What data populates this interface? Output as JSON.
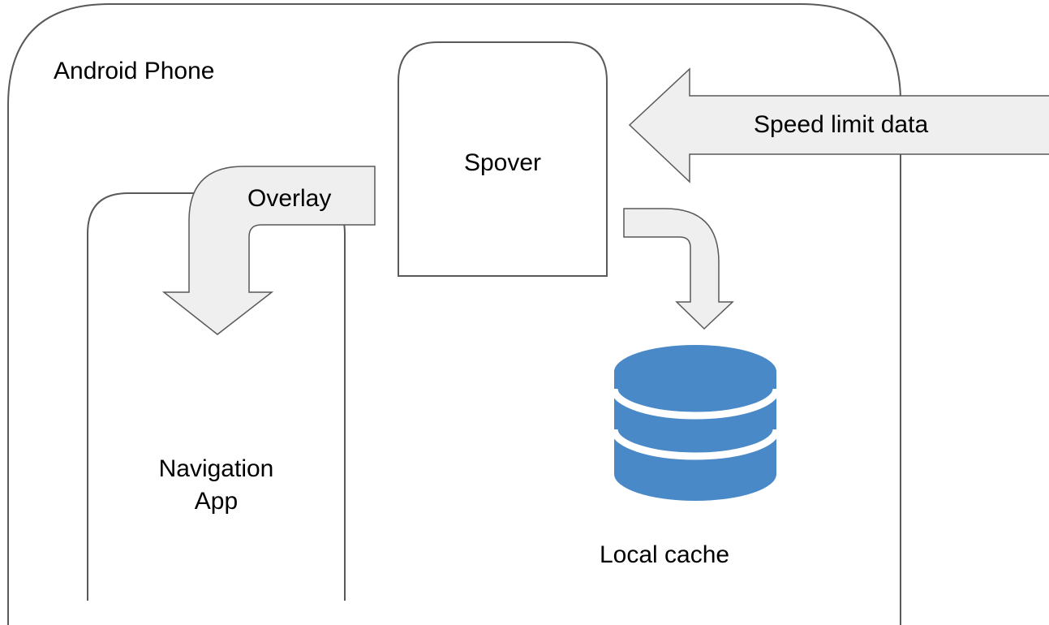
{
  "diagram": {
    "container": {
      "label": "Android Phone"
    },
    "nodes": {
      "spover": {
        "label": "Spover"
      },
      "navigation_app": {
        "label_line1": "Navigation",
        "label_line2": "App"
      },
      "local_cache": {
        "label": "Local cache",
        "icon": "database-icon"
      }
    },
    "arrows": {
      "speed_limit": {
        "label": "Speed limit data",
        "from": "external",
        "to": "Spover"
      },
      "overlay": {
        "label": "Overlay",
        "from": "Spover",
        "to": "Navigation App"
      },
      "cache": {
        "label": "",
        "from": "Spover",
        "to": "Local cache"
      }
    }
  },
  "colors": {
    "stroke": "#595959",
    "arrow_fill": "#efefef",
    "database_fill": "#4a89c8",
    "database_band": "#ffffff",
    "text": "#000000"
  }
}
